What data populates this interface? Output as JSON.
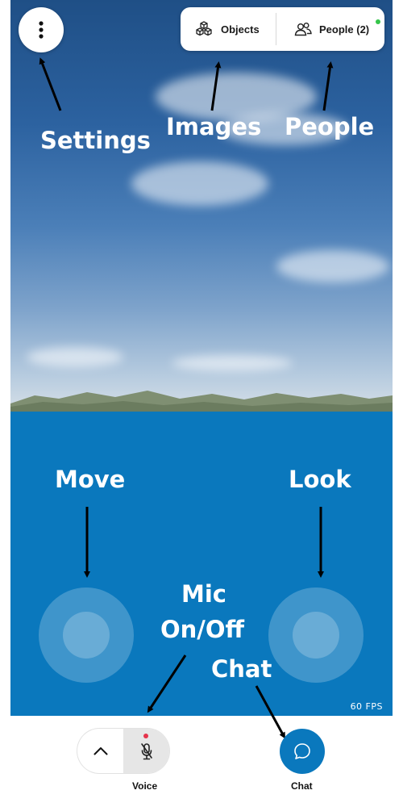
{
  "topbar": {
    "objects_label": "Objects",
    "people_label": "People (2)",
    "objects_icon": "cubes-icon",
    "people_icon": "people-icon",
    "online_status_color": "#35c54a"
  },
  "settings": {
    "icon": "vertical-dots-icon"
  },
  "annotations": {
    "settings": "Settings",
    "images": "Images",
    "people": "People",
    "move": "Move",
    "look": "Look",
    "mic_line1": "Mic",
    "mic_line2": "On/Off",
    "chat": "Chat"
  },
  "hud": {
    "fps": "60 FPS"
  },
  "bottom_bar": {
    "voice_label": "Voice",
    "chat_label": "Chat",
    "voice_expand_icon": "chevron-up-icon",
    "mic_icon": "mic-muted-icon",
    "chat_icon": "chat-bubble-icon",
    "mic_indicator_color": "#e5334b",
    "chat_button_color": "#0a78bd"
  },
  "colors": {
    "water": "#0a78bd",
    "sky": "#2c62a0"
  }
}
